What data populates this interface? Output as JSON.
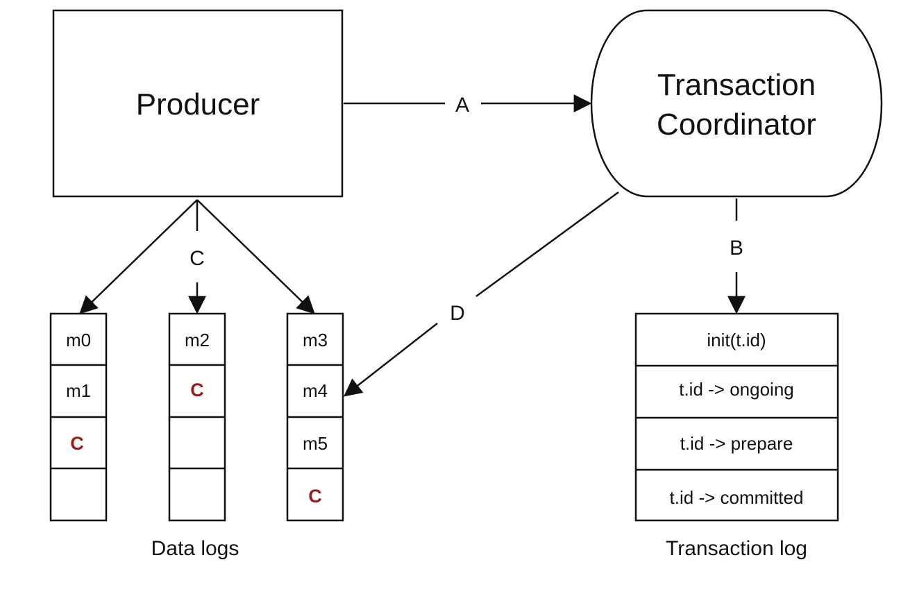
{
  "nodes": {
    "producer": "Producer",
    "coordinator_line1": "Transaction",
    "coordinator_line2": "Coordinator"
  },
  "edges": {
    "a": "A",
    "b": "B",
    "c": "C",
    "d": "D"
  },
  "data_logs": {
    "label": "Data logs",
    "log1": [
      "m0",
      "m1",
      "C",
      ""
    ],
    "log2": [
      "m2",
      "C",
      "",
      ""
    ],
    "log3": [
      "m3",
      "m4",
      "m5",
      "C"
    ]
  },
  "transaction_log": {
    "label": "Transaction log",
    "entries": [
      "init(t.id)",
      "t.id -> ongoing",
      "t.id -> prepare",
      "t.id -> committed"
    ]
  },
  "colors": {
    "commit_marker": "#9b1b1b",
    "stroke": "#111111"
  }
}
